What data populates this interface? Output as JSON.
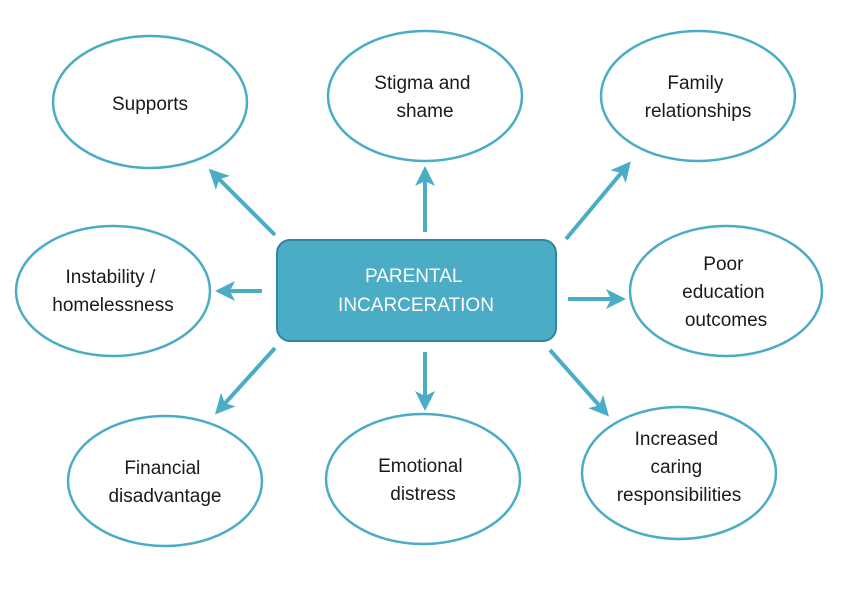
{
  "colors": {
    "accent": "#4bacc6",
    "node_border": "#4bacc6",
    "center_fill": "#4bacc6",
    "center_border": "#31859c",
    "text": "#1a1a1a",
    "center_text": "#ffffff"
  },
  "center": {
    "line1": "PARENTAL",
    "line2": "INCARCERATION"
  },
  "nodes": {
    "supports": {
      "line1": "Supports"
    },
    "stigma": {
      "line1": "Stigma and",
      "line2": "shame"
    },
    "family": {
      "line1": "Family",
      "line2": "relationships"
    },
    "instability": {
      "line1": "Instability /",
      "line2": "homelessness"
    },
    "education": {
      "line1": "Poor",
      "line2": "education",
      "line3": "outcomes"
    },
    "financial": {
      "line1": "Financial",
      "line2": "disadvantage"
    },
    "emotional": {
      "line1": "Emotional",
      "line2": "distress"
    },
    "caring": {
      "line1": "Increased",
      "line2": "caring",
      "line3": "responsibilities"
    }
  }
}
